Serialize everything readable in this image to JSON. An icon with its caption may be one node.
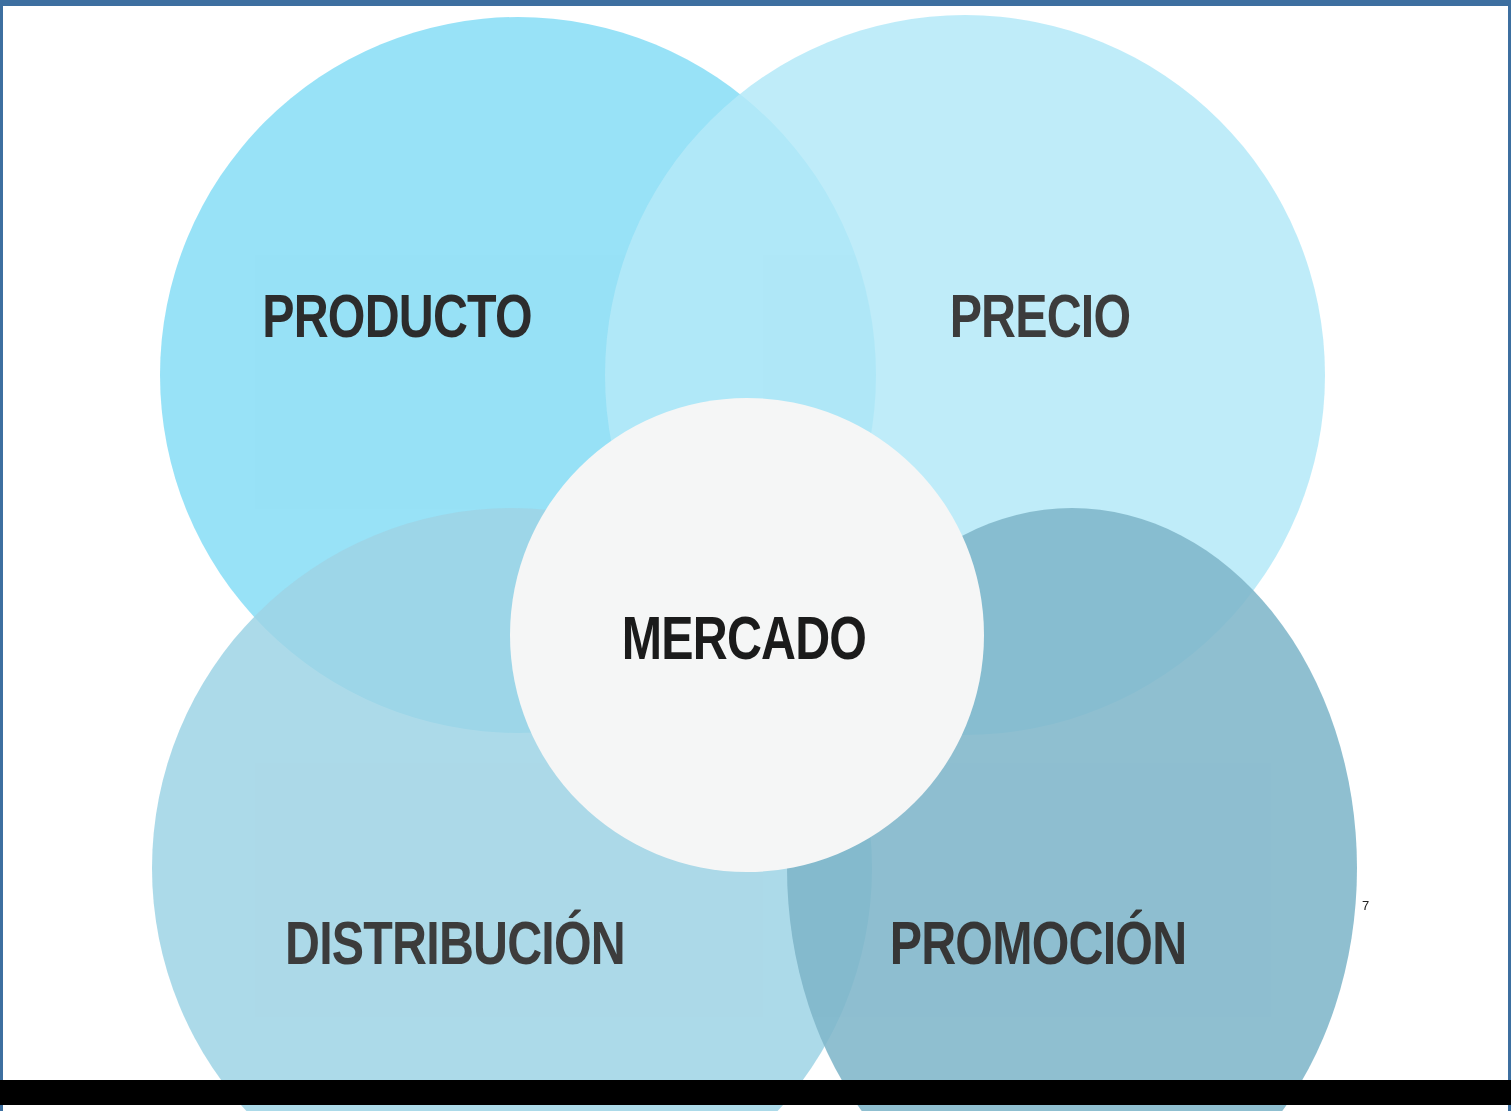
{
  "diagram": {
    "nodes": [
      {
        "text": [
          "PRODUCTO"
        ]
      },
      {
        "text": [
          "PRECIO"
        ]
      },
      {
        "text": [
          "DISTRIBUCIÓN"
        ]
      },
      {
        "text": [
          "PROMOCIÓN"
        ]
      },
      {
        "text": [
          "MERCADO"
        ]
      }
    ],
    "labels": [
      "7"
    ]
  }
}
